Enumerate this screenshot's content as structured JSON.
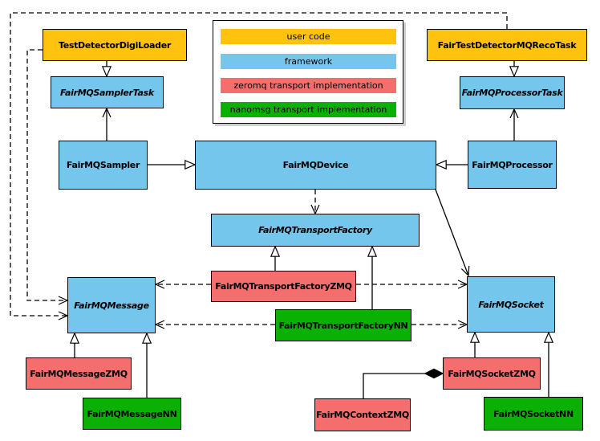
{
  "diagram": {
    "kind": "uml-class-diagram",
    "colors": {
      "user_code": "#ffc20e",
      "framework": "#74c6ec",
      "zeromq": "#f56e6e",
      "nanomsg": "#0ab104",
      "edge": "#000000",
      "background": "#ffffff"
    },
    "legend": {
      "items": [
        {
          "label": "user code",
          "color": "#ffc20e"
        },
        {
          "label": "framework",
          "color": "#74c6ec"
        },
        {
          "label": "zeromq transport implementation",
          "color": "#f56e6e"
        },
        {
          "label": "nanomsg transport implementation",
          "color": "#0ab104"
        }
      ]
    },
    "nodes": [
      {
        "id": "TestDetectorDigiLoader",
        "label": "TestDetectorDigiLoader",
        "category": "user_code",
        "abstract": false
      },
      {
        "id": "FairTestDetectorMQRecoTask",
        "label": "FairTestDetectorMQRecoTask",
        "category": "user_code",
        "abstract": false
      },
      {
        "id": "FairMQSamplerTask",
        "label": "FairMQSamplerTask",
        "category": "framework",
        "abstract": true
      },
      {
        "id": "FairMQProcessorTask",
        "label": "FairMQProcessorTask",
        "category": "framework",
        "abstract": true
      },
      {
        "id": "FairMQSampler",
        "label": "FairMQSampler",
        "category": "framework",
        "abstract": false
      },
      {
        "id": "FairMQDevice",
        "label": "FairMQDevice",
        "category": "framework",
        "abstract": false
      },
      {
        "id": "FairMQProcessor",
        "label": "FairMQProcessor",
        "category": "framework",
        "abstract": false
      },
      {
        "id": "FairMQTransportFactory",
        "label": "FairMQTransportFactory",
        "category": "framework",
        "abstract": true
      },
      {
        "id": "FairMQTransportFactoryZMQ",
        "label": "FairMQTransportFactoryZMQ",
        "category": "zeromq",
        "abstract": false
      },
      {
        "id": "FairMQTransportFactoryNN",
        "label": "FairMQTransportFactoryNN",
        "category": "nanomsg",
        "abstract": false
      },
      {
        "id": "FairMQMessage",
        "label": "FairMQMessage",
        "category": "framework",
        "abstract": true
      },
      {
        "id": "FairMQSocket",
        "label": "FairMQSocket",
        "category": "framework",
        "abstract": true
      },
      {
        "id": "FairMQMessageZMQ",
        "label": "FairMQMessageZMQ",
        "category": "zeromq",
        "abstract": false
      },
      {
        "id": "FairMQMessageNN",
        "label": "FairMQMessageNN",
        "category": "nanomsg",
        "abstract": false
      },
      {
        "id": "FairMQSocketZMQ",
        "label": "FairMQSocketZMQ",
        "category": "zeromq",
        "abstract": false
      },
      {
        "id": "FairMQSocketNN",
        "label": "FairMQSocketNN",
        "category": "nanomsg",
        "abstract": false
      },
      {
        "id": "FairMQContextZMQ",
        "label": "FairMQContextZMQ",
        "category": "zeromq",
        "abstract": false
      }
    ],
    "edges": [
      {
        "from": "TestDetectorDigiLoader",
        "to": "FairMQSamplerTask",
        "type": "inheritance"
      },
      {
        "from": "FairTestDetectorMQRecoTask",
        "to": "FairMQProcessorTask",
        "type": "inheritance"
      },
      {
        "from": "FairMQSampler",
        "to": "FairMQSamplerTask",
        "type": "association"
      },
      {
        "from": "FairMQProcessor",
        "to": "FairMQProcessorTask",
        "type": "association"
      },
      {
        "from": "FairMQSampler",
        "to": "FairMQDevice",
        "type": "inheritance"
      },
      {
        "from": "FairMQProcessor",
        "to": "FairMQDevice",
        "type": "inheritance"
      },
      {
        "from": "FairMQDevice",
        "to": "FairMQTransportFactory",
        "type": "dependency"
      },
      {
        "from": "FairMQDevice",
        "to": "FairMQSocket",
        "type": "association"
      },
      {
        "from": "FairMQTransportFactoryZMQ",
        "to": "FairMQTransportFactory",
        "type": "inheritance"
      },
      {
        "from": "FairMQTransportFactoryNN",
        "to": "FairMQTransportFactory",
        "type": "inheritance"
      },
      {
        "from": "FairMQTransportFactoryZMQ",
        "to": "FairMQMessage",
        "type": "dependency"
      },
      {
        "from": "FairMQTransportFactoryZMQ",
        "to": "FairMQSocket",
        "type": "dependency"
      },
      {
        "from": "FairMQTransportFactoryNN",
        "to": "FairMQMessage",
        "type": "dependency"
      },
      {
        "from": "FairMQTransportFactoryNN",
        "to": "FairMQSocket",
        "type": "dependency"
      },
      {
        "from": "FairMQMessageZMQ",
        "to": "FairMQMessage",
        "type": "inheritance"
      },
      {
        "from": "FairMQMessageNN",
        "to": "FairMQMessage",
        "type": "inheritance"
      },
      {
        "from": "FairMQSocketZMQ",
        "to": "FairMQSocket",
        "type": "inheritance"
      },
      {
        "from": "FairMQSocketNN",
        "to": "FairMQSocket",
        "type": "inheritance"
      },
      {
        "from": "FairMQContextZMQ",
        "to": "FairMQSocketZMQ",
        "type": "composition"
      },
      {
        "from": "TestDetectorDigiLoader",
        "to": "FairMQMessage",
        "type": "dependency"
      },
      {
        "from": "FairTestDetectorMQRecoTask",
        "to": "FairMQMessage",
        "type": "dependency"
      }
    ]
  }
}
